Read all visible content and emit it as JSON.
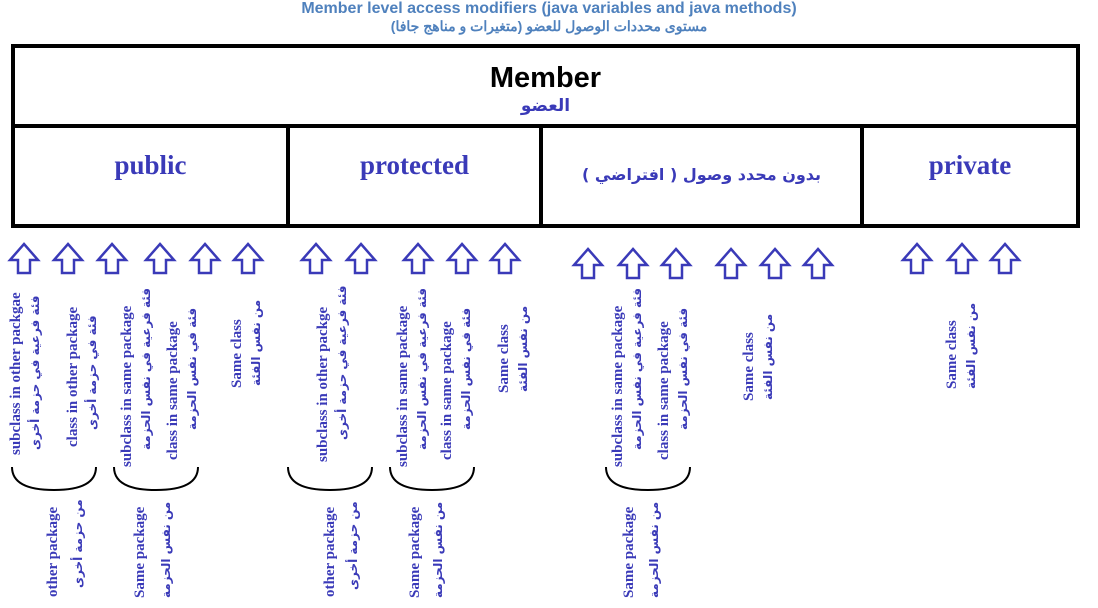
{
  "title_en": "Member level access modifiers (java variables and java methods)",
  "title_ar": "مستوى محددات الوصول للعضو (متغيرات و مناهج جافا)",
  "header": {
    "member": "Member",
    "member_ar": "العضو"
  },
  "columns": [
    {
      "label": "public"
    },
    {
      "label": "protected"
    },
    {
      "label": "بدون محدد وصول ( افتراضي )"
    },
    {
      "label": "private"
    }
  ],
  "labels": {
    "subclass_other": "subclass in other packgae",
    "subclass_other_ar": "فئة فرعية في حزمة أخرى",
    "class_other": "class in other package",
    "class_other_ar": "فئة في حزمة أخرى",
    "subclass_same": "subclass in same package",
    "subclass_same_ar": "فئة فرعية في نفس الحزمة",
    "class_same": "class in same package",
    "class_same_ar": "فئة في نفس الحزمة",
    "same_class": "Same class",
    "same_class_ar": "من نفس الفئة",
    "protected_subclass_other": "subclass in other packge",
    "other_package": "other package",
    "other_package_ar": "من حزمة أخرى",
    "same_package": "Same package",
    "same_package_ar": "من نفس الحزمة"
  },
  "colors": {
    "accent": "#3a3ab8",
    "title": "#4f81bd",
    "border": "#000000"
  }
}
